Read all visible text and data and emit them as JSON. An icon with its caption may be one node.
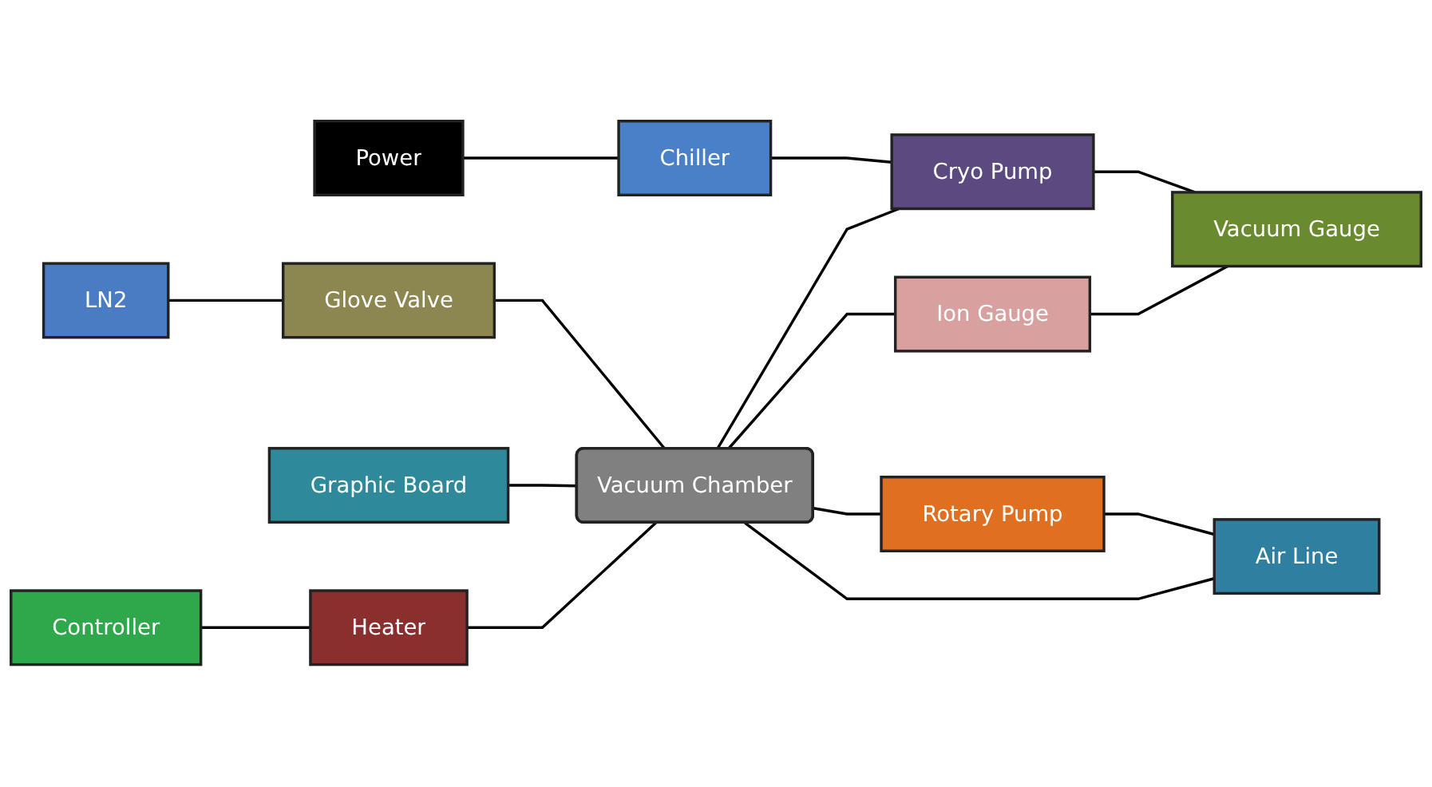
{
  "diagram": {
    "nodes": [
      {
        "text": [
          "LN2"
        ]
      },
      {
        "text": [
          "Glove Valve"
        ]
      },
      {
        "text": [
          "Graphic Board"
        ]
      },
      {
        "text": [
          "Power"
        ]
      },
      {
        "text": [
          "Chiller"
        ]
      },
      {
        "text": [
          "Cryo Pump"
        ]
      },
      {
        "text": [
          "Vacuum Gauge"
        ]
      },
      {
        "text": [
          "Vacuum Chamber"
        ]
      },
      {
        "text": [
          "Ion Gauge"
        ]
      },
      {
        "text": [
          "Rotary Pump"
        ]
      },
      {
        "text": [
          "Air Line"
        ]
      },
      {
        "text": [
          "Controller"
        ]
      },
      {
        "text": [
          "Heater"
        ]
      }
    ],
    "edges": [
      {
        "from": 0,
        "to": 1,
        "arrow": "none"
      },
      {
        "from": 1,
        "to": 7,
        "arrow": "none"
      },
      {
        "from": 2,
        "to": 7,
        "arrow": "none"
      },
      {
        "from": 3,
        "to": 4,
        "arrow": "none"
      },
      {
        "from": 4,
        "to": 5,
        "arrow": "none"
      },
      {
        "from": 7,
        "to": 5,
        "arrow": "none"
      },
      {
        "from": 7,
        "to": 8,
        "arrow": "none"
      },
      {
        "from": 7,
        "to": 9,
        "arrow": "none"
      },
      {
        "from": 5,
        "to": 6,
        "arrow": "none"
      },
      {
        "from": 8,
        "to": 6,
        "arrow": "none"
      },
      {
        "from": 9,
        "to": 10,
        "arrow": "none"
      },
      {
        "from": 7,
        "to": 10,
        "arrow": "none"
      },
      {
        "from": 11,
        "to": 12,
        "arrow": "none"
      },
      {
        "from": 12,
        "to": 7,
        "arrow": "none"
      }
    ]
  }
}
